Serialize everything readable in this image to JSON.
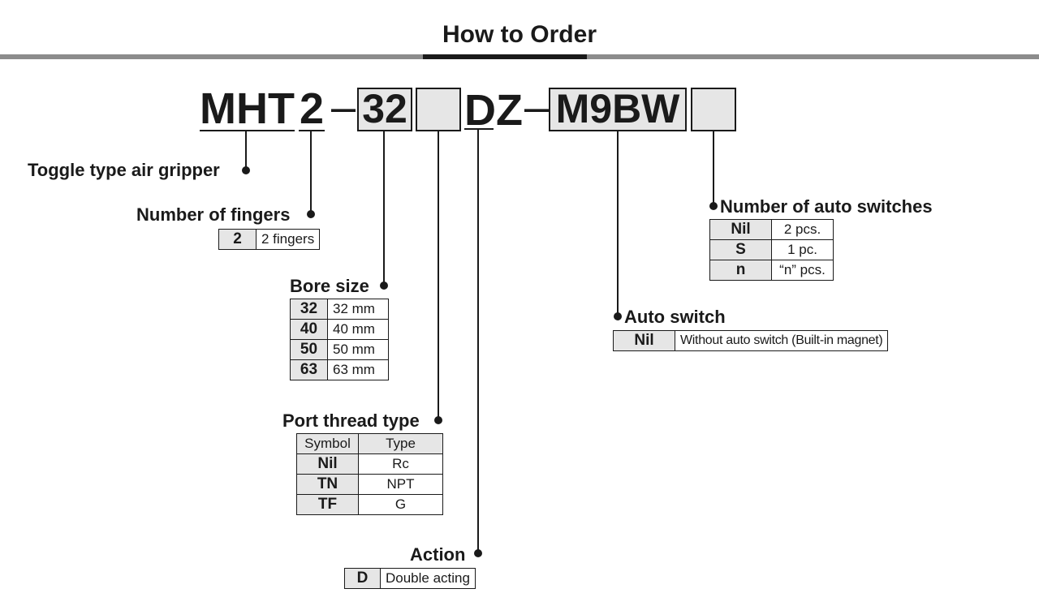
{
  "title": "How to Order",
  "code": {
    "prefix": "MHT",
    "fingers": "2",
    "dash1": "–",
    "bore": "32",
    "action": "DZ",
    "dash2": "–",
    "switch": "M9BW"
  },
  "fields": {
    "type": {
      "label": "Toggle type air gripper"
    },
    "fingers": {
      "label": "Number of fingers",
      "rows": [
        {
          "key": "2",
          "value": "2 fingers"
        }
      ]
    },
    "bore": {
      "label": "Bore size",
      "rows": [
        {
          "key": "32",
          "value": "32 mm"
        },
        {
          "key": "40",
          "value": "40 mm"
        },
        {
          "key": "50",
          "value": "50 mm"
        },
        {
          "key": "63",
          "value": "63 mm"
        }
      ]
    },
    "port": {
      "label": "Port thread type",
      "headers": [
        "Symbol",
        "Type"
      ],
      "rows": [
        {
          "key": "Nil",
          "value": "Rc"
        },
        {
          "key": "TN",
          "value": "NPT"
        },
        {
          "key": "TF",
          "value": "G"
        }
      ]
    },
    "action": {
      "label": "Action",
      "rows": [
        {
          "key": "D",
          "value": "Double acting"
        }
      ]
    },
    "switch": {
      "label": "Auto switch",
      "rows": [
        {
          "key": "Nil",
          "value": "Without auto switch (Built-in magnet)"
        }
      ]
    },
    "count": {
      "label": "Number of auto switches",
      "rows": [
        {
          "key": "Nil",
          "value": "2 pcs."
        },
        {
          "key": "S",
          "value": "1 pc."
        },
        {
          "key": "n",
          "value": "“n” pcs."
        }
      ]
    }
  }
}
